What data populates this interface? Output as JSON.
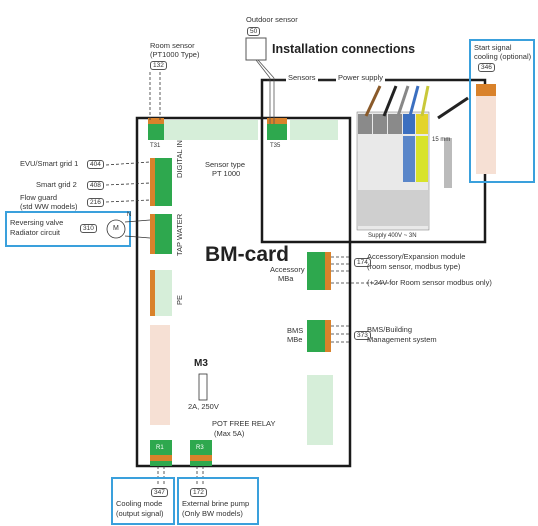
{
  "title": "Installation connections",
  "board_label": "BM-card",
  "sensors_label": "Sensors",
  "power_label": "Power supply",
  "supply_text": "Supply 400V ~ 3N",
  "dim_text": "15 mm",
  "outdoor_sensor": {
    "label": "Outdoor sensor",
    "ref": "50"
  },
  "room_sensor": {
    "label1": "Room sensor",
    "label2": "(PT1000 Type)",
    "ref": "132"
  },
  "start_signal": {
    "label1": "Start signal",
    "label2": "cooling (optional)",
    "ref": "346"
  },
  "inputs": [
    {
      "label": "EVU/Smart grid 1",
      "ref": "404"
    },
    {
      "label": "Smart grid 2",
      "ref": "408"
    },
    {
      "label": "Flow guard",
      "label2": "(std WW models)",
      "ref": "216"
    }
  ],
  "reversing_valve": {
    "label1": "Reversing valve",
    "label2": "Radiator circuit",
    "ref": "310",
    "motor": "M",
    "n_label": "N"
  },
  "sensor_type": {
    "line1": "Sensor type",
    "line2": "PT 1000"
  },
  "side_labels": {
    "digital_in": "DIGITAL IN",
    "tap_water": "TAP WATER",
    "pe": "PE"
  },
  "terminals": {
    "t31": "T31",
    "t35": "T35",
    "r1": "R1",
    "r3": "R3"
  },
  "accessory": {
    "line1": "Accessory",
    "line2": "MBa",
    "ref": "174",
    "desc1": "Accessory/Expansion module",
    "desc2": "(room sensor, modbus type)",
    "desc3": "(+24V for Room sensor modbus only)"
  },
  "bms": {
    "line1": "BMS",
    "line2": "MBe",
    "ref": "373",
    "desc1": "BMS/Building",
    "desc2": "Management system"
  },
  "fuse": {
    "label": "M3",
    "rating": "2A, 250V"
  },
  "relay": {
    "line1": "POT FREE RELAY",
    "line2": "(Max 5A)"
  },
  "cooling_mode": {
    "ref": "347",
    "line1": "Cooling mode",
    "line2": "(output signal)"
  },
  "brine_pump": {
    "ref": "172",
    "line1": "External brine pump",
    "line2": "(Only BW models)"
  },
  "colors": {
    "highlight_blue": "#3aa0dc",
    "terminal_green": "#22a84a",
    "terminal_orange": "#d9822b",
    "terminal_light": "#cfe9d2",
    "board_border": "#1a1a1a"
  }
}
